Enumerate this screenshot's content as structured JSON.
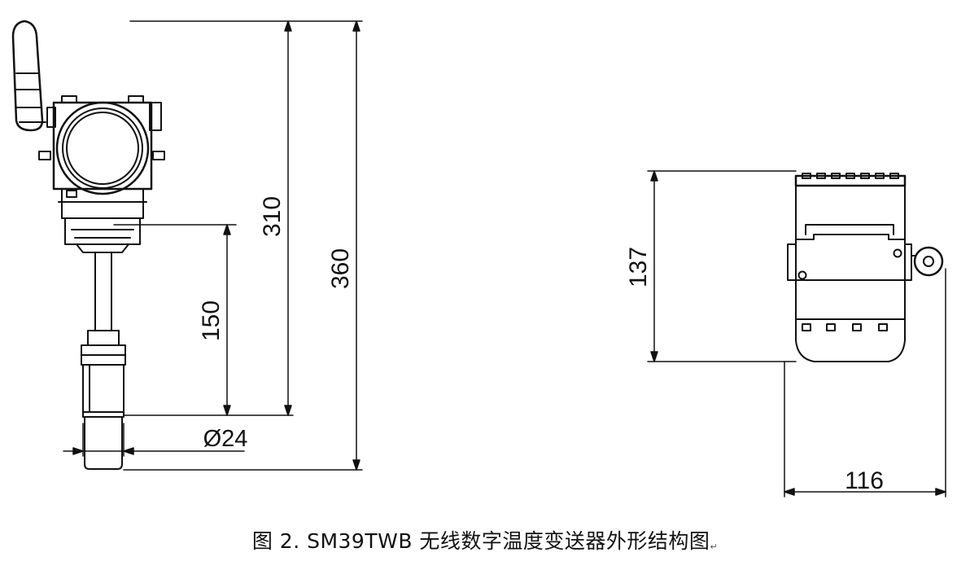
{
  "front_view": {
    "dimensions": {
      "overall_height": "360",
      "head_height": "310",
      "probe_length": "150",
      "probe_diameter": "Ø24"
    }
  },
  "side_view": {
    "dimensions": {
      "housing_height": "137",
      "housing_width": "116"
    }
  },
  "caption": {
    "text": "图 2.  SM39TWB 无线数字温度变送器外形结构图",
    "return_mark": "↵"
  },
  "colors": {
    "line": "#111111",
    "background": "#ffffff"
  }
}
